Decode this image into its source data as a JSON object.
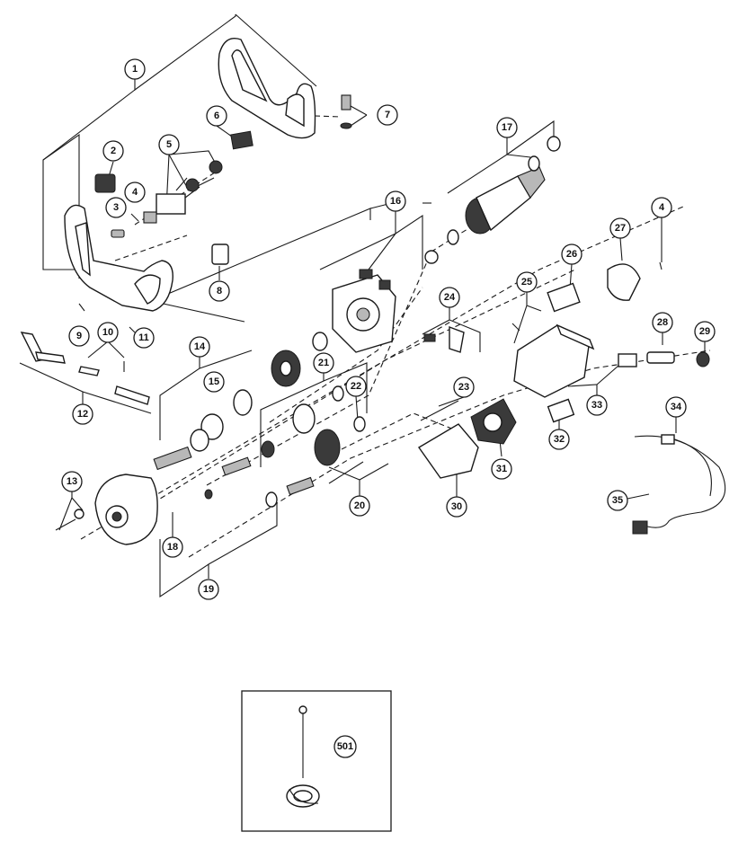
{
  "callouts": [
    {
      "id": "c1",
      "label": "1"
    },
    {
      "id": "c2",
      "label": "2"
    },
    {
      "id": "c3",
      "label": "3"
    },
    {
      "id": "c4a",
      "label": "4"
    },
    {
      "id": "c5",
      "label": "5"
    },
    {
      "id": "c6",
      "label": "6"
    },
    {
      "id": "c7",
      "label": "7"
    },
    {
      "id": "c8",
      "label": "8"
    },
    {
      "id": "c9",
      "label": "9"
    },
    {
      "id": "c10",
      "label": "10"
    },
    {
      "id": "c11",
      "label": "11"
    },
    {
      "id": "c12",
      "label": "12"
    },
    {
      "id": "c13",
      "label": "13"
    },
    {
      "id": "c14",
      "label": "14"
    },
    {
      "id": "c15",
      "label": "15"
    },
    {
      "id": "c16",
      "label": "16"
    },
    {
      "id": "c17",
      "label": "17"
    },
    {
      "id": "c18",
      "label": "18"
    },
    {
      "id": "c19",
      "label": "19"
    },
    {
      "id": "c20",
      "label": "20"
    },
    {
      "id": "c21",
      "label": "21"
    },
    {
      "id": "c22",
      "label": "22"
    },
    {
      "id": "c23",
      "label": "23"
    },
    {
      "id": "c24",
      "label": "24"
    },
    {
      "id": "c25",
      "label": "25"
    },
    {
      "id": "c26",
      "label": "26"
    },
    {
      "id": "c27",
      "label": "27"
    },
    {
      "id": "c28",
      "label": "28"
    },
    {
      "id": "c29",
      "label": "29"
    },
    {
      "id": "c4b",
      "label": "4"
    },
    {
      "id": "c30",
      "label": "30"
    },
    {
      "id": "c31",
      "label": "31"
    },
    {
      "id": "c32",
      "label": "32"
    },
    {
      "id": "c33",
      "label": "33"
    },
    {
      "id": "c34",
      "label": "34"
    },
    {
      "id": "c35",
      "label": "35"
    },
    {
      "id": "c501",
      "label": "501"
    }
  ]
}
